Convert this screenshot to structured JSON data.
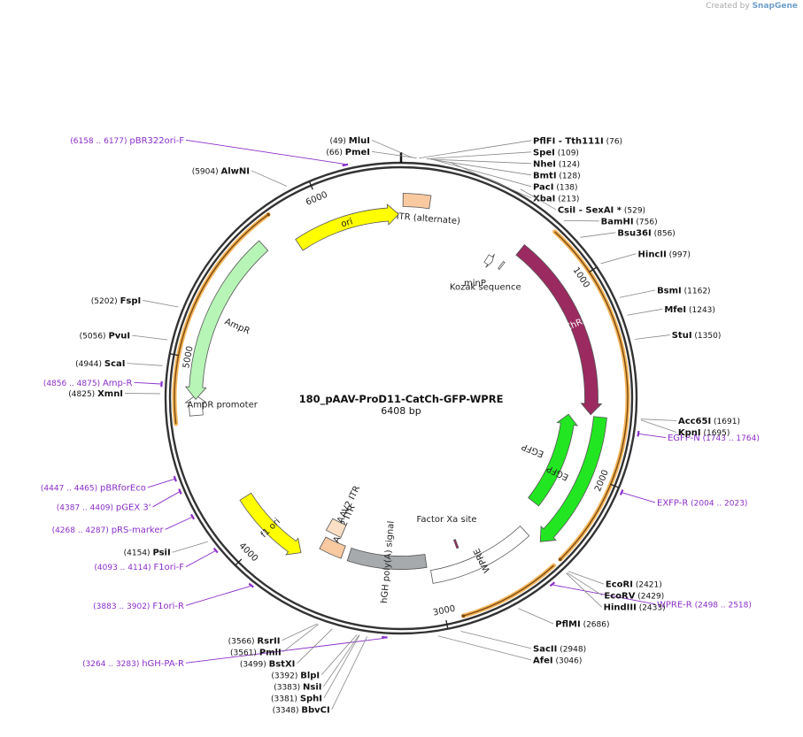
{
  "brand": {
    "created_by": "Created by",
    "name": "SnapGene"
  },
  "map": {
    "title": "180_pAAV-ProD11-CatCh-GFP-WPRE",
    "length": "6408 bp",
    "bp_total": 6408,
    "ticks": [
      "1000",
      "2000",
      "3000",
      "4000",
      "5000",
      "6000"
    ]
  },
  "features": [
    {
      "name": "AAV2 ITR (alternate)",
      "label": "AAV2 ITR (alternate)",
      "color": "#f9c9a0",
      "start": 10,
      "end": 150,
      "dir": "none"
    },
    {
      "name": "minP",
      "label": "minP",
      "color": "#ffffff",
      "start": 560,
      "end": 600,
      "dir": "fwd"
    },
    {
      "name": "Kozak sequence",
      "label": "Kozak sequence",
      "color": "#ffffff",
      "start": 655,
      "end": 665,
      "dir": "none"
    },
    {
      "name": "ChR2",
      "label": "ChR2",
      "color": "#9b2a61",
      "start": 690,
      "end": 1691,
      "dir": "fwd"
    },
    {
      "name": "EGFP (inner)",
      "label": "EGFP",
      "color": "#22e622",
      "start": 1700,
      "end": 2280,
      "dir": "rev"
    },
    {
      "name": "EGFP (outer)",
      "label": "EGFP",
      "color": "#22e622",
      "start": 1699,
      "end": 2419,
      "dir": "fwd"
    },
    {
      "name": "Factor Xa site",
      "label": "Factor Xa site",
      "color": "#9b2a61",
      "start": 2830,
      "end": 2842,
      "dir": "none"
    },
    {
      "name": "WPRE",
      "label": "WPRE",
      "color": "#ffffff",
      "start": 2440,
      "end": 3030,
      "dir": "none"
    },
    {
      "name": "hGH poly(A) signal",
      "label": "hGH poly(A) signal",
      "color": "#a6aaad",
      "start": 3050,
      "end": 3530,
      "dir": "none"
    },
    {
      "name": "AAV2 ITR",
      "label": "AAV2 ITR",
      "color": "#f9c9a0",
      "start": 3570,
      "end": 3710,
      "dir": "none"
    },
    {
      "name": "AAV2 ITR (inner)",
      "label": "AAV2 ITR",
      "color": "#fbe0c6",
      "start": 3620,
      "end": 3730,
      "dir": "none"
    },
    {
      "name": "f1 ori",
      "label": "f1 ori",
      "color": "#ffff00",
      "start": 3790,
      "end": 4230,
      "dir": "rev"
    },
    {
      "name": "AmpR promoter",
      "label": "AmpR promoter",
      "color": "#ffffff",
      "start": 4720,
      "end": 4820,
      "dir": "fwd"
    },
    {
      "name": "AmpR",
      "label": "AmpR",
      "color": "#b7f5b7",
      "start": 4800,
      "end": 5660,
      "dir": "rev"
    },
    {
      "name": "ori",
      "label": "ori",
      "color": "#ffff00",
      "start": 5810,
      "end": 6395,
      "dir": "fwd"
    }
  ],
  "sites": [
    {
      "name": "PmeI",
      "pos": "(66)",
      "bp": 66,
      "side": "left"
    },
    {
      "name": "MluI",
      "pos": "(49)",
      "bp": 49,
      "side": "left"
    },
    {
      "name": "PflFI - Tth111I",
      "pos": "(76)",
      "bp": 76,
      "side": "right"
    },
    {
      "name": "SpeI",
      "pos": "(109)",
      "bp": 109,
      "side": "right"
    },
    {
      "name": "NheI",
      "pos": "(124)",
      "bp": 124,
      "side": "right"
    },
    {
      "name": "BmtI",
      "pos": "(128)",
      "bp": 128,
      "side": "right"
    },
    {
      "name": "PacI",
      "pos": "(138)",
      "bp": 138,
      "side": "right"
    },
    {
      "name": "XbaI",
      "pos": "(213)",
      "bp": 213,
      "side": "right"
    },
    {
      "name": "CsiI - SexAI *",
      "pos": "(529)",
      "bp": 529,
      "side": "right"
    },
    {
      "name": "BamHI",
      "pos": "(756)",
      "bp": 756,
      "side": "right"
    },
    {
      "name": "Bsu36I",
      "pos": "(856)",
      "bp": 856,
      "side": "right"
    },
    {
      "name": "HincII",
      "pos": "(997)",
      "bp": 997,
      "side": "right"
    },
    {
      "name": "BsmI",
      "pos": "(1162)",
      "bp": 1162,
      "side": "right"
    },
    {
      "name": "MfeI",
      "pos": "(1243)",
      "bp": 1243,
      "side": "right"
    },
    {
      "name": "StuI",
      "pos": "(1350)",
      "bp": 1350,
      "side": "right"
    },
    {
      "name": "Acc65I",
      "pos": "(1691)",
      "bp": 1691,
      "side": "right"
    },
    {
      "name": "KpnI",
      "pos": "(1695)",
      "bp": 1695,
      "side": "right"
    },
    {
      "name": "EcoRI",
      "pos": "(2421)",
      "bp": 2421,
      "side": "right"
    },
    {
      "name": "EcoRV",
      "pos": "(2429)",
      "bp": 2429,
      "side": "right"
    },
    {
      "name": "HindIII",
      "pos": "(2433)",
      "bp": 2433,
      "side": "right"
    },
    {
      "name": "PflMI",
      "pos": "(2686)",
      "bp": 2686,
      "side": "right"
    },
    {
      "name": "SacII",
      "pos": "(2948)",
      "bp": 2948,
      "side": "right"
    },
    {
      "name": "AfeI",
      "pos": "(3046)",
      "bp": 3046,
      "side": "right"
    },
    {
      "name": "BbvCI",
      "pos": "(3348)",
      "bp": 3348,
      "side": "left"
    },
    {
      "name": "SphI",
      "pos": "(3381)",
      "bp": 3381,
      "side": "left"
    },
    {
      "name": "NsiI",
      "pos": "(3383)",
      "bp": 3383,
      "side": "left"
    },
    {
      "name": "BlpI",
      "pos": "(3392)",
      "bp": 3392,
      "side": "left"
    },
    {
      "name": "BstXI",
      "pos": "(3499)",
      "bp": 3499,
      "side": "left"
    },
    {
      "name": "PmlI",
      "pos": "(3561)",
      "bp": 3561,
      "side": "left"
    },
    {
      "name": "RsrII",
      "pos": "(3566)",
      "bp": 3566,
      "side": "left"
    },
    {
      "name": "PsiI",
      "pos": "(4154)",
      "bp": 4154,
      "side": "left"
    },
    {
      "name": "XmnI",
      "pos": "(4825)",
      "bp": 4825,
      "side": "left"
    },
    {
      "name": "ScaI",
      "pos": "(4944)",
      "bp": 4944,
      "side": "left"
    },
    {
      "name": "PvuI",
      "pos": "(5056)",
      "bp": 5056,
      "side": "left"
    },
    {
      "name": "FspI",
      "pos": "(5202)",
      "bp": 5202,
      "side": "left"
    },
    {
      "name": "AlwNI",
      "pos": "(5904)",
      "bp": 5904,
      "side": "left"
    }
  ],
  "primers": [
    {
      "name": "pBR322ori-F",
      "pos": "(6158 .. 6177)",
      "bp": 6168,
      "side": "left"
    },
    {
      "name": "EGFP-N",
      "pos": "(1743 .. 1764)",
      "bp": 1754,
      "side": "right"
    },
    {
      "name": "EXFP-R",
      "pos": "(2004 .. 2023)",
      "bp": 2014,
      "side": "right"
    },
    {
      "name": "WPRE-R",
      "pos": "(2498 .. 2518)",
      "bp": 2508,
      "side": "right"
    },
    {
      "name": "hGH-PA-R",
      "pos": "(3264 .. 3283)",
      "bp": 3274,
      "side": "left"
    },
    {
      "name": "F1ori-R",
      "pos": "(3883 .. 3902)",
      "bp": 3892,
      "side": "left"
    },
    {
      "name": "F1ori-F",
      "pos": "(4093 .. 4114)",
      "bp": 4104,
      "side": "left"
    },
    {
      "name": "pRS-marker",
      "pos": "(4268 .. 4287)",
      "bp": 4278,
      "side": "left"
    },
    {
      "name": "pGEX 3'",
      "pos": "(4387 .. 4409)",
      "bp": 4398,
      "side": "left"
    },
    {
      "name": "pBRforEco",
      "pos": "(4447 .. 4465)",
      "bp": 4456,
      "side": "left"
    },
    {
      "name": "Amp-R",
      "pos": "(4856 .. 4875)",
      "bp": 4866,
      "side": "left"
    }
  ],
  "orange_arcs": [
    {
      "start": 760,
      "end": 2410
    },
    {
      "start": 2450,
      "end": 2920
    },
    {
      "start": 4690,
      "end": 5770
    }
  ],
  "colors": {
    "primer": "#8b2fc9",
    "backbone": "#333333",
    "highlight": "#f5b55a",
    "line": "#888888"
  }
}
